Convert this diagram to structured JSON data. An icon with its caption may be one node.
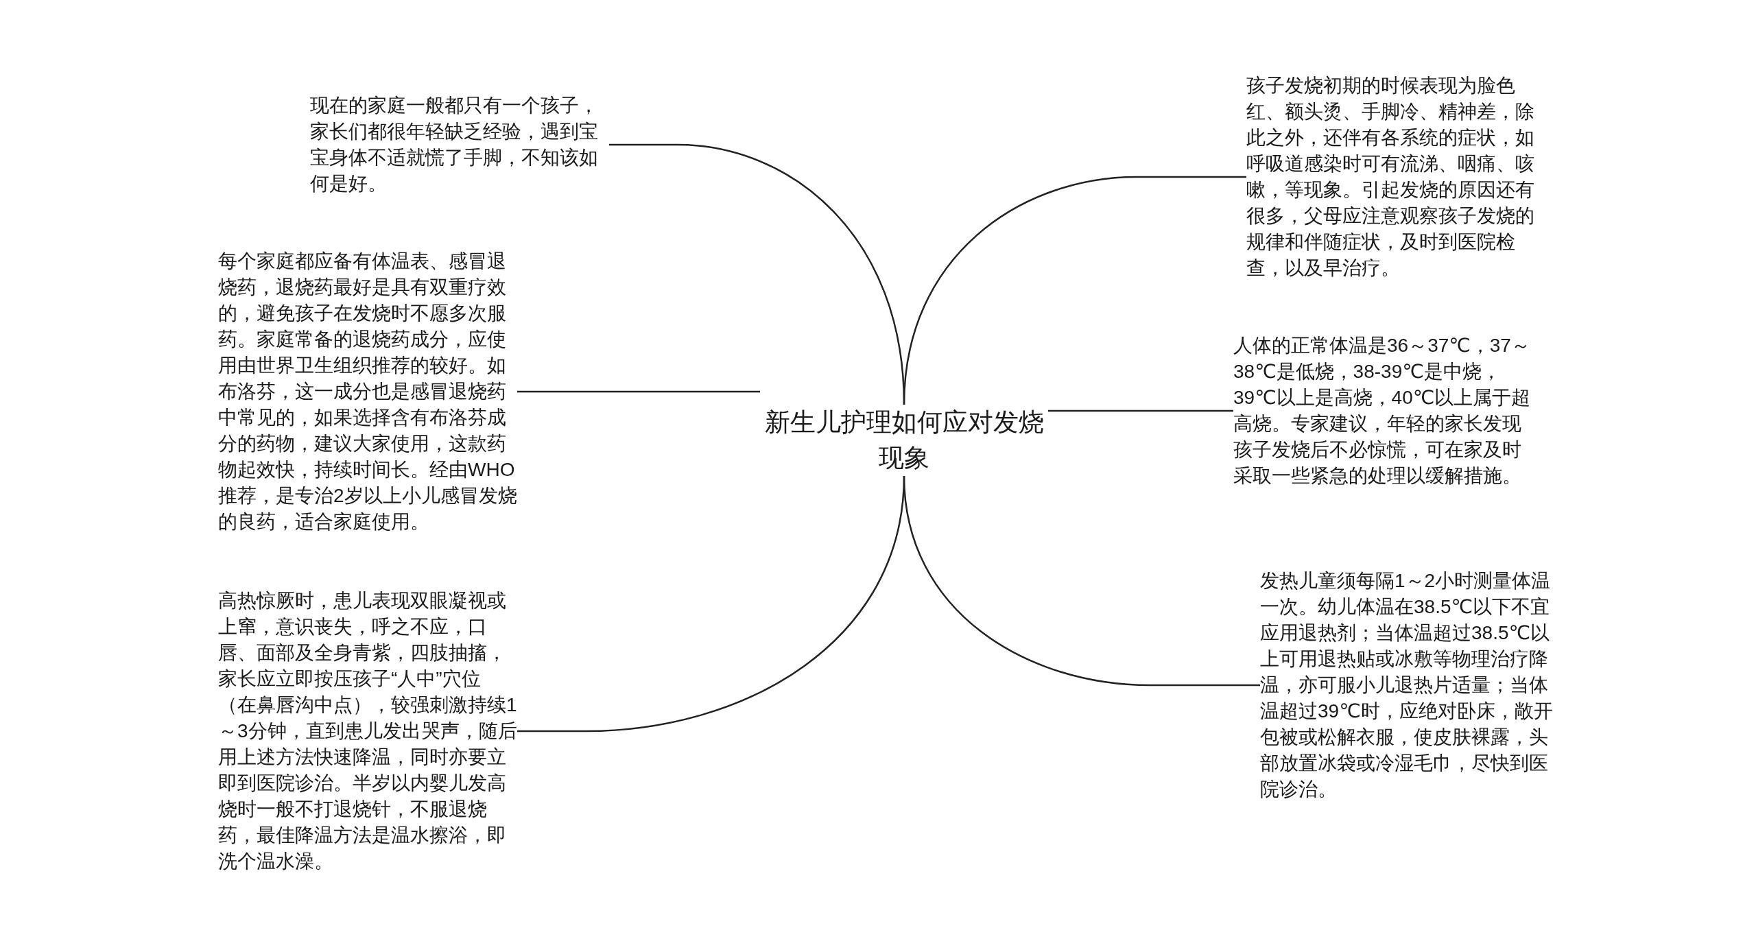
{
  "diagram": {
    "nodes": [
      {
        "text": [
          "新生儿护理如何应对发烧现象"
        ]
      },
      {
        "text": [
          "现在的家庭一般都只有一个孩子，家长们都很年轻缺乏经验，遇到宝宝身体不适就慌了手脚，不知该如何是好。"
        ]
      },
      {
        "text": [
          "每个家庭都应备有体温表、感冒退烧药，退烧药最好是具有双重疗效的，避免孩子在发烧时不愿多次服药。家庭常备的退烧药成分，应使用由世界卫生组织推荐的较好。如布洛芬，这一成分也是感冒退烧药中常见的，如果选择含有布洛芬成分的药物，建议大家使用，这款药物起效快，持续时间长。经由WHO推荐，是专治2岁以上小儿感冒发烧的良药，适合家庭使用。"
        ]
      },
      {
        "text": [
          "高热惊厥时，患儿表现双眼凝视或上窜，意识丧失，呼之不应，口唇、面部及全身青紫，四肢抽搐，家长应立即按压孩子“人中”穴位（在鼻唇沟中点），较强刺激持续1～3分钟，直到患儿发出哭声，随后用上述方法快速降温，同时亦要立即到医院诊治。半岁以内婴儿发高烧时一般不打退烧针，不服退烧药，最佳降温方法是温水擦浴，即洗个温水澡。"
        ]
      },
      {
        "text": [
          "孩子发烧初期的时候表现为脸色红、额头烫、手脚冷、精神差，除此之外，还伴有各系统的症状，如呼吸道感染时可有流涕、咽痛、咳嗽，等现象。引起发烧的原因还有很多，父母应注意观察孩子发烧的规律和伴随症状，及时到医院检查，以及早治疗。"
        ]
      },
      {
        "text": [
          "人体的正常体温是36～37℃，37～38℃是低烧，38-39℃是中烧，39℃以上是高烧，40℃以上属于超高烧。专家建议，年轻的家长发现孩子发烧后不必惊慌，可在家及时采取一些紧急的处理以缓解措施。"
        ]
      },
      {
        "text": [
          "发热儿童须每隔1～2小时测量体温一次。幼儿体温在38.5℃以下不宜应用退热剂；当体温超过38.5℃以上可用退热贴或冰敷等物理治疗降温，亦可服小儿退热片适量；当体温超过39℃时，应绝对卧床，敞开包被或松解衣服，使皮肤裸露，头部放置冰袋或冷湿毛巾，尽快到医院诊治。"
        ]
      }
    ],
    "edges": [
      {
        "from": 0,
        "to": 1,
        "arrow": "none"
      },
      {
        "from": 0,
        "to": 2,
        "arrow": "none"
      },
      {
        "from": 0,
        "to": 3,
        "arrow": "none"
      },
      {
        "from": 0,
        "to": 4,
        "arrow": "none"
      },
      {
        "from": 0,
        "to": 5,
        "arrow": "none"
      },
      {
        "from": 0,
        "to": 6,
        "arrow": "none"
      }
    ]
  }
}
